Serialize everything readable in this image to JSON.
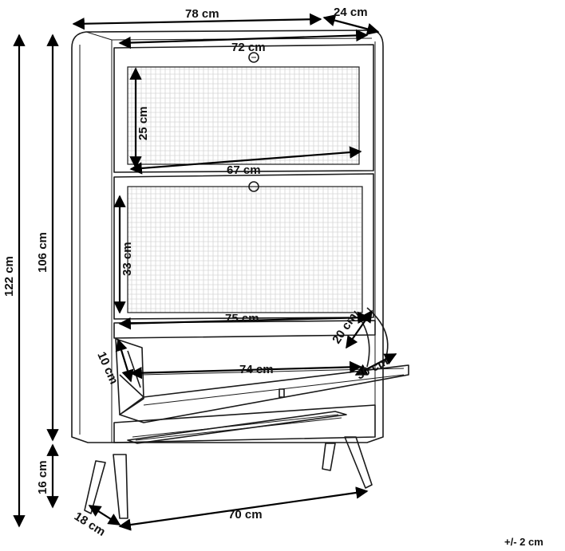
{
  "dimensions": {
    "width": "78 cm",
    "depth": "24 cm",
    "panel_width": "72 cm",
    "door_height_top": "25 cm",
    "door_width_top": "67 cm",
    "door_height_mid": "33 cm",
    "inner_width": "75 cm",
    "drawer_height": "20 cm",
    "drawer_depth": "10 cm",
    "tray_width": "74 cm",
    "tray_depth": "30 cm",
    "total_height": "122 cm",
    "body_height": "106 cm",
    "leg_height": "16 cm",
    "leg_depth": "18 cm",
    "leg_span": "70 cm"
  },
  "tolerance": "+/- 2 cm"
}
